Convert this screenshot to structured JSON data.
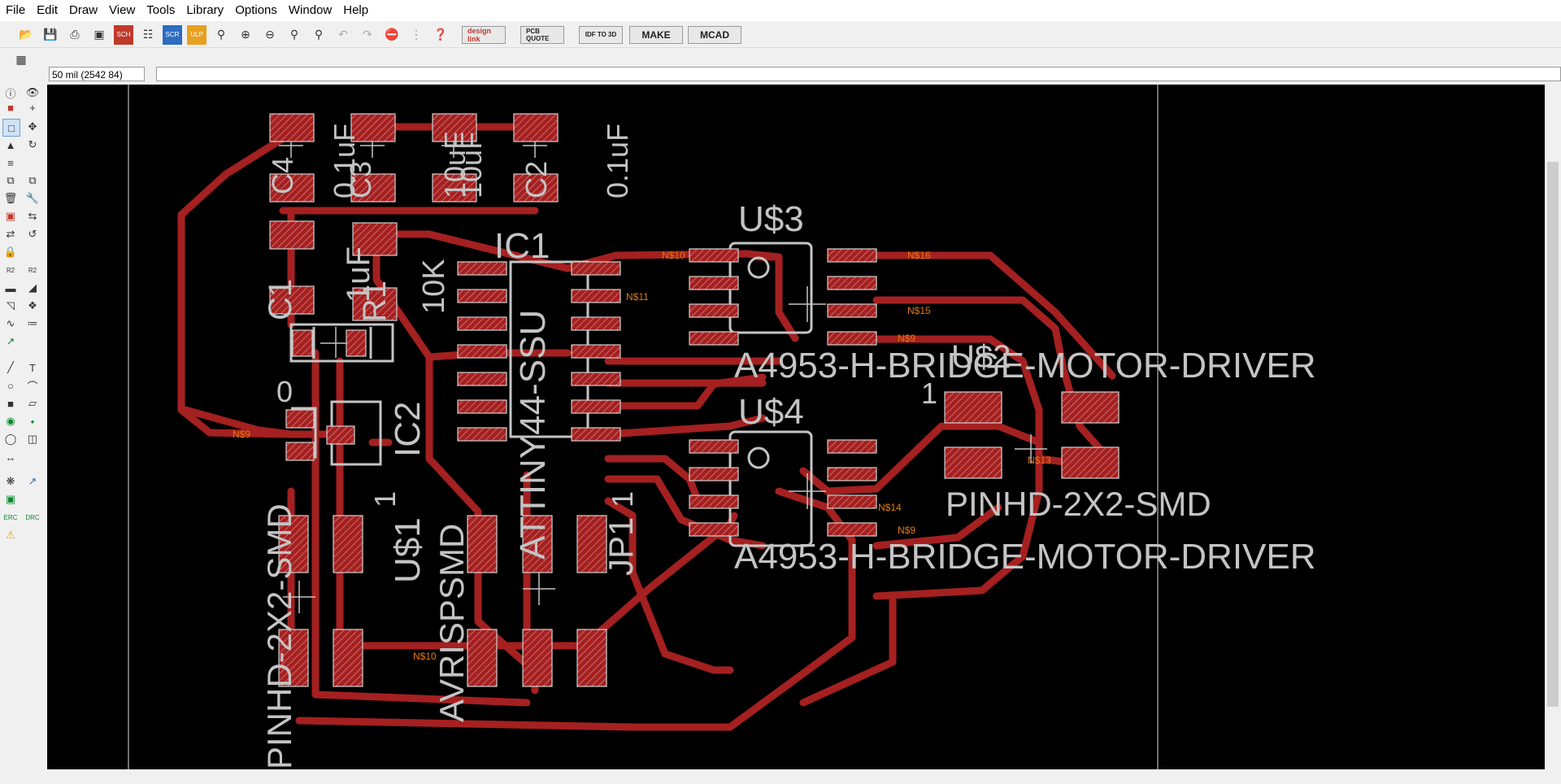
{
  "menu": [
    "File",
    "Edit",
    "Draw",
    "View",
    "Tools",
    "Library",
    "Options",
    "Window",
    "Help"
  ],
  "toolbar": {
    "design_link": "design link",
    "pcb_quote": "PCB QUOTE",
    "idf_3d": "IDF TO 3D",
    "make": "MAKE",
    "mcad": "MCAD"
  },
  "coord_readout": "50 mil (2542 84)",
  "labels": {
    "u3": "U$3",
    "u4": "U$4",
    "u2": "U$2",
    "u1": "U$1",
    "ic1": "IC1",
    "ic2": "IC2",
    "jp1": "JP1",
    "c1": "C1",
    "c4": "C4",
    "c3": "C3",
    "c2": "C2",
    "r1": "R1",
    "val_1uf": "1uF",
    "val_01uf_a": "0.1uF",
    "val_10uf_a": "10uF",
    "val_10uf_b": "10uF",
    "val_01uf_b": "0.1uF",
    "val_10k": "10K",
    "val_0": "0",
    "attiny": "ATTINY44-SSU",
    "hbridge1": "A4953-H-BRIDGE-MOTOR-DRIVER",
    "hbridge2": "A4953-H-BRIDGE-MOTOR-DRIVER",
    "pinhd_right": "PINHD-2X2-SMD",
    "pinhd_left": "PINHD-2X2-SMD",
    "avrisp": "AVRISPSMD",
    "one_a": "1",
    "one_b": "1",
    "one_c": "1"
  },
  "nets": {
    "n10": "N$10",
    "n11": "N$11",
    "n16": "N$16",
    "n15": "N$15",
    "n9": "N$9",
    "n14": "N$14",
    "n13": "N$13"
  },
  "colors": {
    "trace": "#a52020",
    "pad_fill": "#a52020",
    "silk": "#c4c4c4",
    "netlabel": "#e07a10",
    "background": "#000000"
  }
}
